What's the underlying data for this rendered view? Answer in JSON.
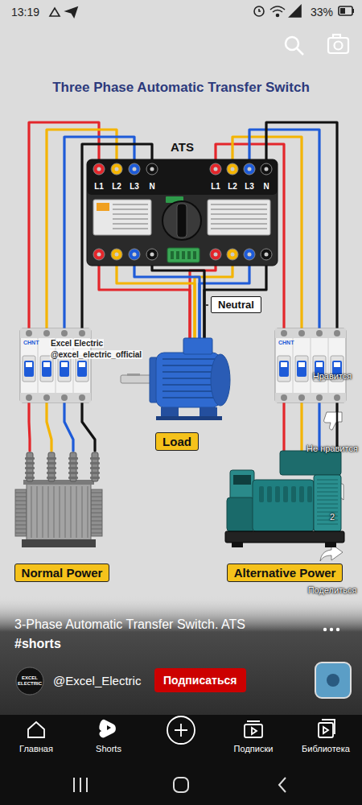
{
  "diagram": {
    "title": "Three Phase Automatic Transfer Switch",
    "caption": "3-Phase Automatic Transfer Switch. ATS",
    "nodes": [
      {
        "text": [
          "ATS",
          "L1",
          "L2",
          "L3",
          "N",
          "L1",
          "L2",
          "L3",
          "N"
        ]
      },
      {
        "text": [
          "Neutral"
        ]
      },
      {
        "text": [
          "CHNT"
        ]
      },
      {
        "text": [
          "Load"
        ]
      },
      {
        "text": [
          "CHNT"
        ]
      },
      {
        "text": [
          "Normal Power"
        ]
      },
      {
        "text": [
          "Alternative Power"
        ]
      }
    ],
    "edges": [
      {
        "from": 2,
        "to": 0,
        "arrow": "none"
      },
      {
        "from": 4,
        "to": 0,
        "arrow": "none"
      },
      {
        "from": 5,
        "to": 2,
        "arrow": "none"
      },
      {
        "from": 6,
        "to": 4,
        "arrow": "none"
      },
      {
        "from": 0,
        "to": 3,
        "arrow": "none"
      }
    ],
    "labels": [
      "13:19",
      "33%",
      "Excel Electric",
      "@excel_electric_official",
      "Нравится",
      "Не нравится",
      "2",
      "Поделиться",
      "#shorts",
      "EXCEL ELECTRIC",
      "@Excel_Electric",
      "Подписаться",
      "Главная",
      "Shorts",
      "Подписки",
      "Библиотека"
    ]
  }
}
